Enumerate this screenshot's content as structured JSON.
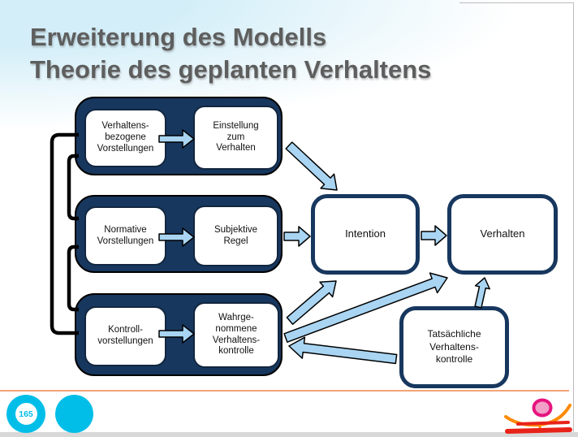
{
  "slide": {
    "title": "Erweiterung des Modells\nTheorie des geplanten Verhaltens",
    "page_number": "165"
  },
  "diagram": {
    "groups": [
      {
        "name": "verhaltensbezogene-vorstellungen",
        "source": "Verhaltens-\nbezogene\nVorstellungen",
        "result": "Einstellung\nzum\nVerhalten"
      },
      {
        "name": "normative-vorstellungen",
        "source": "Normative\nVorstellungen",
        "result": "Subjektive\nRegel"
      },
      {
        "name": "kontrollvorstellungen",
        "source": "Kontroll-\nvorstellungen",
        "result": "Wahrge-\nnommene\nVerhaltens-\nkontrolle"
      }
    ],
    "nodes": [
      {
        "id": "intention",
        "label": "Intention"
      },
      {
        "id": "verhalten",
        "label": "Verhalten"
      },
      {
        "id": "tatsaechliche-verhaltenskontrolle",
        "label": "Tatsächliche\nVerhaltens-\nkontrolle"
      }
    ],
    "edges": [
      {
        "from": "verhaltensbezogene-vorstellungen",
        "to": "einstellung-zum-verhalten",
        "type": "block-arrow"
      },
      {
        "from": "normative-vorstellungen",
        "to": "subjektive-regel",
        "type": "block-arrow"
      },
      {
        "from": "kontrollvorstellungen",
        "to": "wahrgenommene-verhaltenskontrolle",
        "type": "block-arrow"
      },
      {
        "from": "einstellung-zum-verhalten",
        "to": "intention",
        "type": "block-arrow"
      },
      {
        "from": "subjektive-regel",
        "to": "intention",
        "type": "block-arrow"
      },
      {
        "from": "intention",
        "to": "verhalten",
        "type": "block-arrow"
      },
      {
        "from": "wahrgenommene-verhaltenskontrolle",
        "to": "intention",
        "type": "block-arrow"
      },
      {
        "from": "wahrgenommene-verhaltenskontrolle",
        "to": "verhalten",
        "type": "block-arrow"
      },
      {
        "from": "tatsaechliche-verhaltenskontrolle",
        "to": "wahrgenommene-verhaltenskontrolle",
        "type": "block-arrow"
      },
      {
        "from": "tatsaechliche-verhaltenskontrolle",
        "to": "verhalten",
        "type": "block-arrow"
      },
      {
        "from": "verhaltensbezogene-vorstellungen",
        "to": "kontrollvorstellungen",
        "type": "bracket"
      },
      {
        "from": "verhaltensbezogene-vorstellungen",
        "to": "normative-vorstellungen",
        "type": "bracket"
      },
      {
        "from": "normative-vorstellungen",
        "to": "kontrollvorstellungen",
        "type": "bracket"
      }
    ]
  },
  "icons": {
    "footer_logo": "person-sun-logo",
    "page_badge": "page-number-badge"
  },
  "colors": {
    "title-color": "#5e5e5e",
    "group-fill": "#17375e",
    "inner-border": "#12263f",
    "node-border": "#17375e",
    "arrow-fill": "#a9d5f3",
    "arrow-outline": "#000000",
    "bracket": "#000000",
    "bg-cyan": "#d3eef8",
    "accent-cyan": "#00bee8",
    "footer-line": "#f2a478",
    "frame-gray": "#bdbdbd",
    "logo-orange": "#ff8a00",
    "logo-pink-stroke": "#e6157f",
    "logo-pink-fill": "#f2a0c8",
    "logo-red": "#e8231a"
  }
}
